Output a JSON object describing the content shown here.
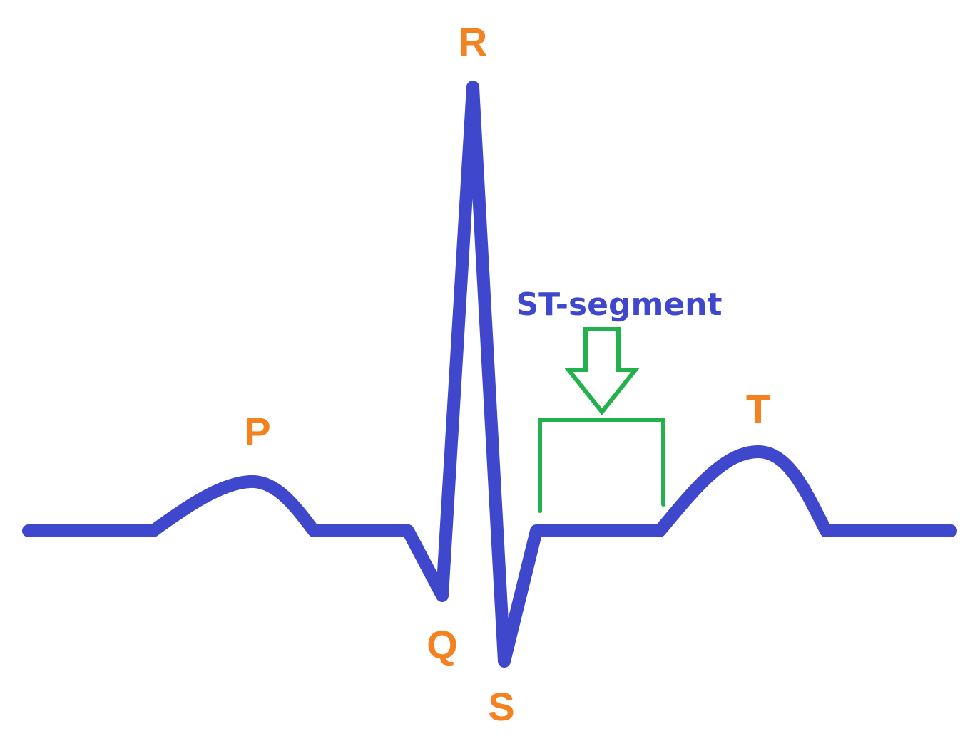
{
  "diagram": {
    "waves": [
      {
        "id": "p",
        "label": "P"
      },
      {
        "id": "q",
        "label": "Q"
      },
      {
        "id": "r",
        "label": "R"
      },
      {
        "id": "s",
        "label": "S"
      },
      {
        "id": "t",
        "label": "T"
      }
    ],
    "segment": {
      "label": "ST-segment"
    },
    "colors": {
      "trace": "#3f48cc",
      "wave_label": "#f58220",
      "segment_label": "#3f48cc",
      "bracket": "#22b14c",
      "background": "#ffffff"
    }
  }
}
